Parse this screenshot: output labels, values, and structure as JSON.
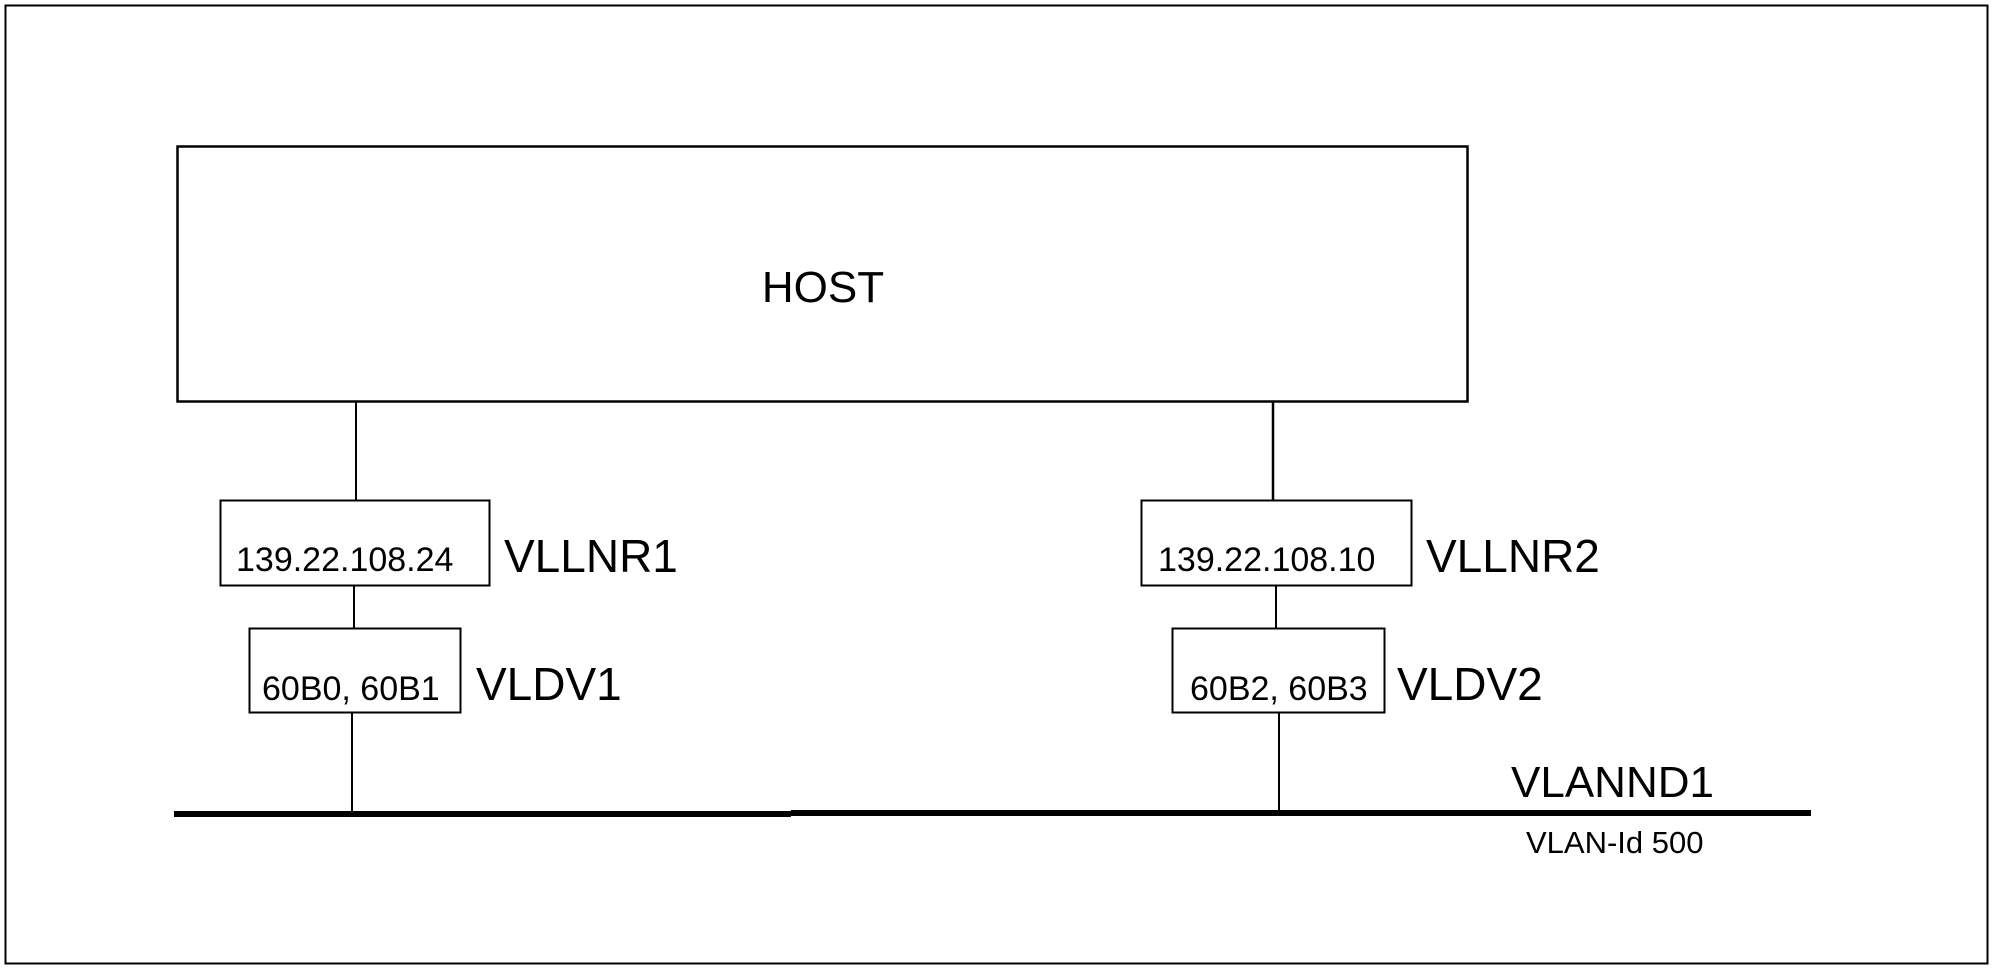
{
  "diagram": {
    "host": {
      "label": "HOST"
    },
    "interfaces": [
      {
        "name": "VLLNR1",
        "ip": "139.22.108.24",
        "device": {
          "name": "VLDV1",
          "addresses": "60B0, 60B1"
        }
      },
      {
        "name": "VLLNR2",
        "ip": "139.22.108.10",
        "device": {
          "name": "VLDV2",
          "addresses": "60B2, 60B3"
        }
      }
    ],
    "network": {
      "name": "VLANND1",
      "vlan_id_label": "VLAN-Id 500"
    },
    "colors": {
      "line": "#000000",
      "background": "#ffffff"
    }
  }
}
